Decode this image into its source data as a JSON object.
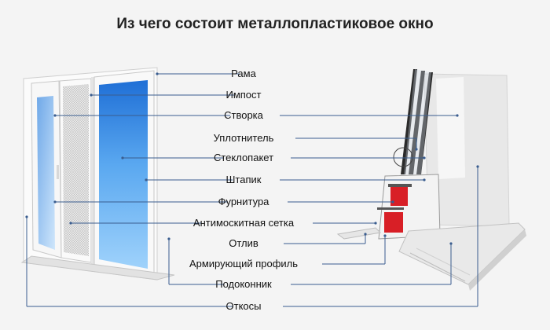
{
  "title": "Из чего состоит металлопластиковое окно",
  "labels": [
    "Рама",
    "Импост",
    "Створка",
    "Уплотнитель",
    "Стеклопакет",
    "Штапик",
    "Фурнитура",
    "Антимоскитная сетка",
    "Отлив",
    "Армирующий профиль",
    "Подоконник",
    "Откосы"
  ],
  "colors": {
    "line": "#3a5d8f",
    "glass": "#3f8be0",
    "profile": "#ffffff",
    "reinforcement": "#d81f26",
    "background": "#f4f4f4"
  }
}
